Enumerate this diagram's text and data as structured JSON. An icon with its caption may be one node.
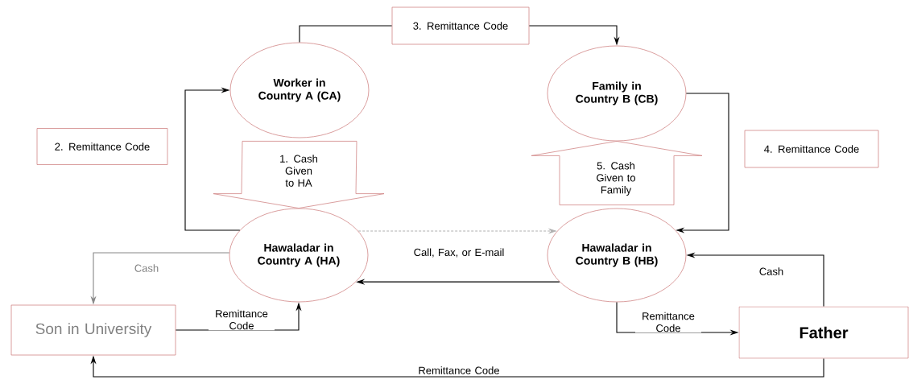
{
  "diagram": {
    "nodes": [
      {
        "text": [
          "Worker in Country A (CA)"
        ]
      },
      {
        "text": [
          "3. Remittance Code"
        ]
      },
      {
        "text": [
          "Family in Country B (CB)"
        ]
      },
      {
        "text": [
          "2. Remittance Code"
        ]
      },
      {
        "text": [
          "4. Remittance Code"
        ]
      },
      {
        "text": [
          "Hawaladar in Country A (HA)"
        ]
      },
      {
        "text": [
          "Hawaladar in Country B (HB)"
        ]
      },
      {
        "text": [
          "Son in University"
        ]
      },
      {
        "text": [
          "Father"
        ]
      }
    ],
    "edges": [
      {
        "from": 0,
        "to": 1,
        "arrow": "none"
      },
      {
        "from": 1,
        "to": 2,
        "arrow": "to"
      },
      {
        "from": 5,
        "to": 0,
        "arrow": "to"
      },
      {
        "from": 2,
        "to": 6,
        "arrow": "to"
      },
      {
        "from": 0,
        "to": 5,
        "arrow": "to",
        "label": "1. Cash Given to HA"
      },
      {
        "from": 6,
        "to": 2,
        "arrow": "to",
        "label": "5. Cash Given to Family"
      },
      {
        "from": 5,
        "to": 6,
        "arrow": "to",
        "style": "dashed",
        "color": "#b0b0b0"
      },
      {
        "from": 6,
        "to": 5,
        "arrow": "to",
        "label": "Call, Fax, or E-mail"
      },
      {
        "from": 5,
        "to": 7,
        "arrow": "to",
        "label": "Cash",
        "color": "#888888"
      },
      {
        "from": 7,
        "to": 5,
        "arrow": "to",
        "label": "Remittance Code"
      },
      {
        "from": 6,
        "to": 8,
        "arrow": "to",
        "label": "Remittance Code"
      },
      {
        "from": 8,
        "to": 6,
        "arrow": "to",
        "label": "Cash"
      },
      {
        "from": 8,
        "to": 7,
        "arrow": "to",
        "label": "Remittance Code"
      }
    ]
  }
}
